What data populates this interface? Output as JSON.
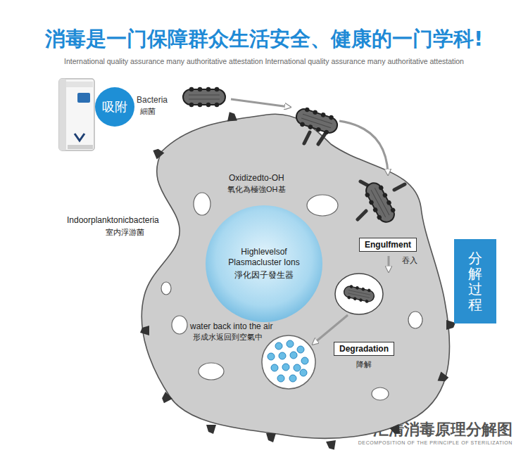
{
  "diagram": {
    "title": "消毒是一门保障群众生活安全、健康的一门学科!",
    "caption": "汇清消毒原理分解图",
    "nodes": [
      {
        "text": [
          "吸附"
        ]
      },
      {
        "text": [
          "Indoorplanktonicbacteria",
          "室内浮游菌",
          "Oxidizedto-OH",
          "氧化為極強OH基",
          "water back into the air",
          "形成水返回到空氣中"
        ]
      },
      {
        "text": [
          "Highlevelsof Plasmacluster Ions",
          "淨化因子發生器"
        ],
        "in": 1
      },
      {
        "text": [
          "Engulfment",
          "吞入"
        ],
        "in": 1
      },
      {
        "text": [
          "Degradation",
          "降解"
        ],
        "in": 1
      },
      {
        "text": [
          "分解过程"
        ]
      }
    ],
    "labels": [
      "International quality assurance many authoritative attestation International quality assurance many authoritative attestation",
      "Bacteria",
      "細菌",
      "DECOMPOSITION OF THE PRINCIPLE OF STERILIZATION"
    ]
  }
}
